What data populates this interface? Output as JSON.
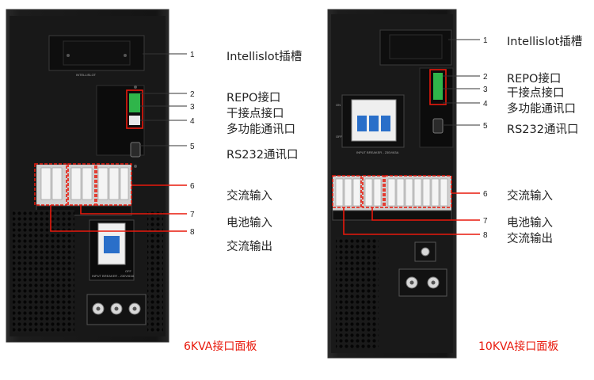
{
  "left_panel": {
    "caption": "6KVA接口面板",
    "slot_text": "INTELLISLOT",
    "breaker_text": "INPUT BREAKER - 230V/63A",
    "off_text": "OFF",
    "labels": [
      {
        "num": "1",
        "text": "Intellislot插槽"
      },
      {
        "num": "2",
        "text": "REPO接口"
      },
      {
        "num": "3",
        "text": "干接点接口"
      },
      {
        "num": "4",
        "text": "多功能通讯口"
      },
      {
        "num": "5",
        "text": "RS232通讯口"
      },
      {
        "num": "6",
        "text": "交流输入"
      },
      {
        "num": "7",
        "text": "电池输入"
      },
      {
        "num": "8",
        "text": "交流输出"
      }
    ]
  },
  "right_panel": {
    "caption": "10KVA接口面板",
    "on_text": "ON",
    "off_text": "OFF",
    "breaker_text": "INPUT BREAKER - 230V/63A",
    "labels": [
      {
        "num": "1",
        "text": "Intellislot插槽"
      },
      {
        "num": "2",
        "text": "REPO接口"
      },
      {
        "num": "3",
        "text": "干接点接口"
      },
      {
        "num": "4",
        "text": "多功能通讯口"
      },
      {
        "num": "5",
        "text": "RS232通讯口"
      },
      {
        "num": "6",
        "text": "交流输入"
      },
      {
        "num": "7",
        "text": "电池输入"
      },
      {
        "num": "8",
        "text": "交流输出"
      }
    ]
  },
  "colors": {
    "callout": "#e8190c",
    "chassis": "#151515",
    "terminal_connector": "#2fb54a"
  }
}
